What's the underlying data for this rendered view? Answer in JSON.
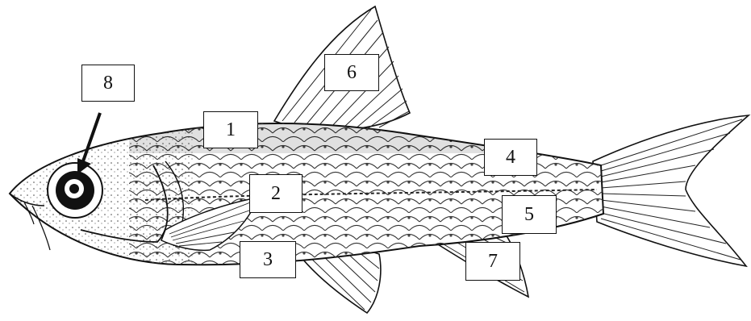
{
  "colors": {
    "ink": "#111111",
    "paper": "#ffffff",
    "scale_shade": "#555555"
  },
  "labels": [
    {
      "id": "l1",
      "text": "1"
    },
    {
      "id": "l2",
      "text": "2"
    },
    {
      "id": "l3",
      "text": "3"
    },
    {
      "id": "l4",
      "text": "4"
    },
    {
      "id": "l5",
      "text": "5"
    },
    {
      "id": "l6",
      "text": "6"
    },
    {
      "id": "l7",
      "text": "7"
    },
    {
      "id": "l8",
      "text": "8"
    }
  ]
}
